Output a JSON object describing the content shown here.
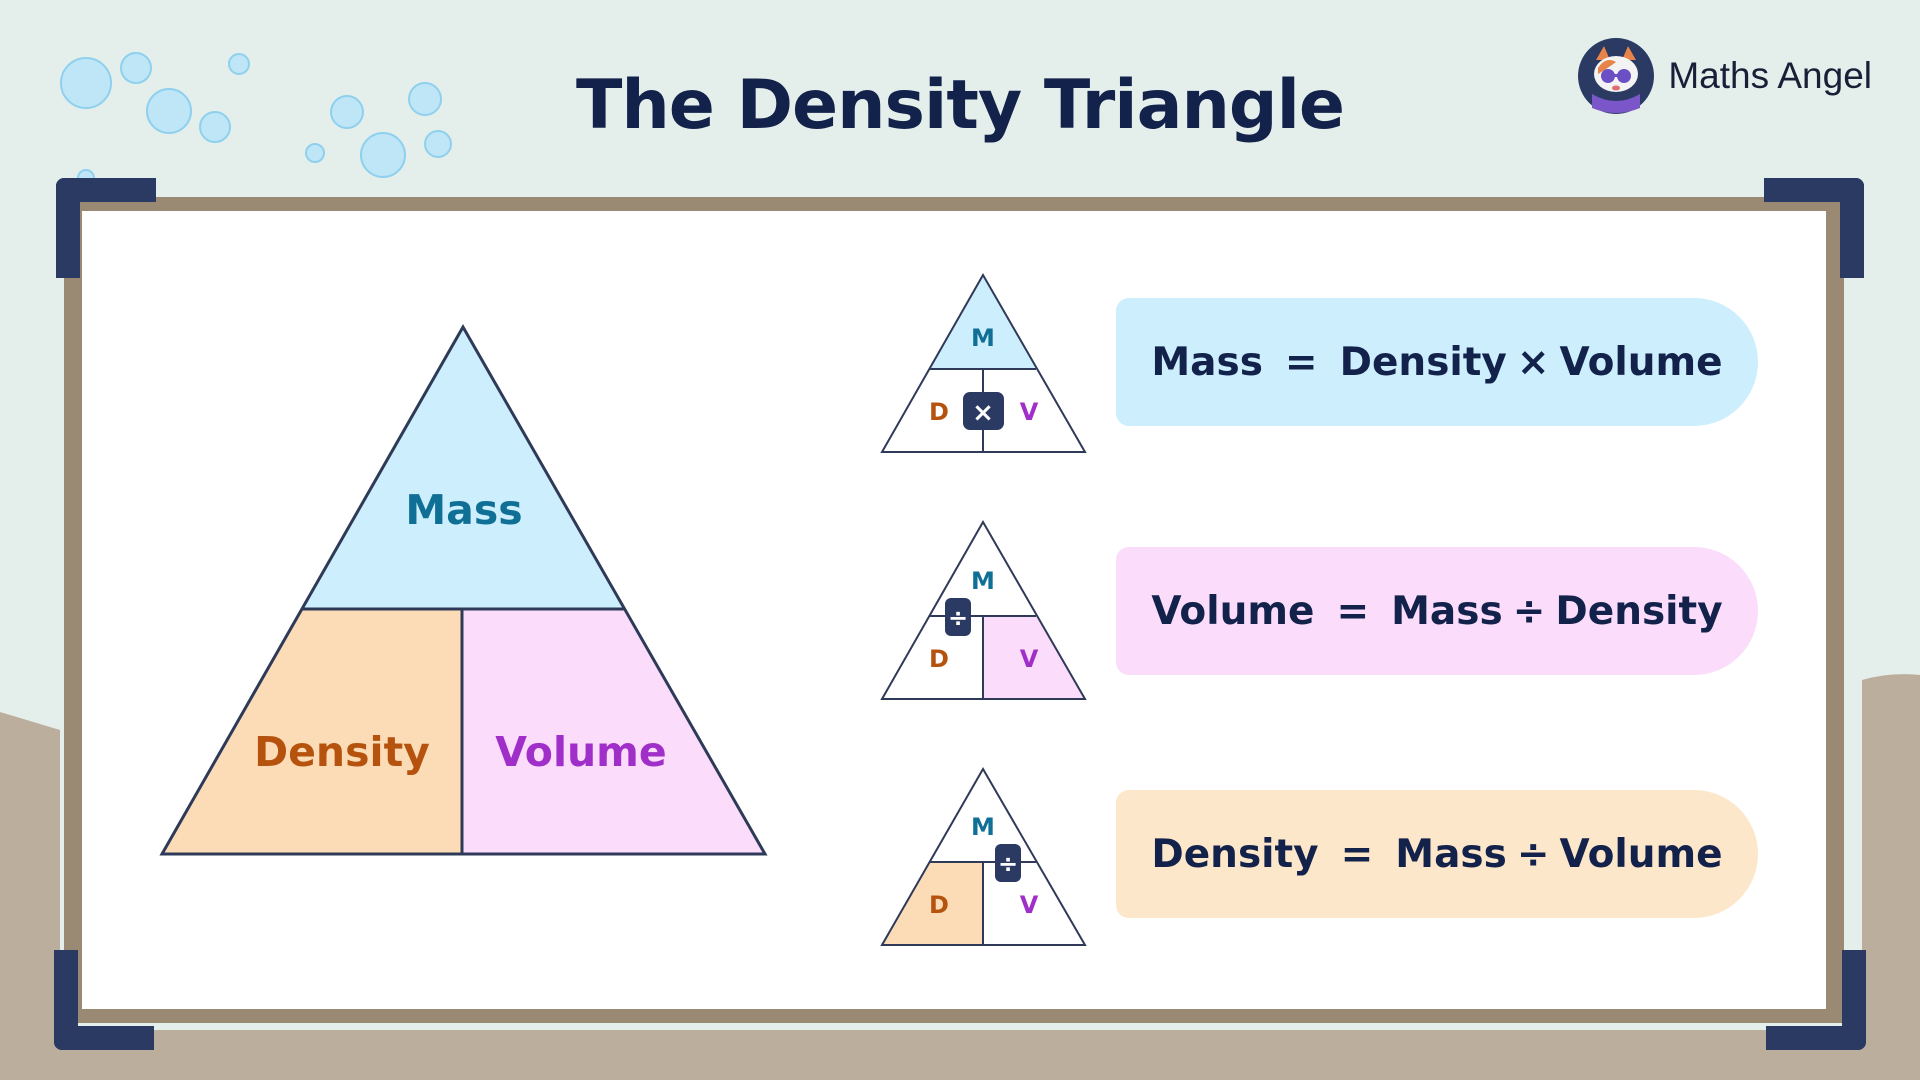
{
  "title": "The Density Triangle",
  "brand": {
    "name": "Maths Angel",
    "logo_icon": "cat-avatar-icon"
  },
  "main_triangle": {
    "top_label": "Mass",
    "left_label": "Density",
    "right_label": "Volume"
  },
  "mini_triangles": [
    {
      "top": "M",
      "left": "D",
      "right": "V",
      "operator": "×",
      "highlight": "top"
    },
    {
      "top": "M",
      "left": "D",
      "right": "V",
      "operator": "÷",
      "highlight": "right"
    },
    {
      "top": "M",
      "left": "D",
      "right": "V",
      "operator": "÷",
      "highlight": "left"
    }
  ],
  "formulas": [
    {
      "lhs": "Mass",
      "eq": "=",
      "a": "Density",
      "op": "×",
      "b": "Volume"
    },
    {
      "lhs": "Volume",
      "eq": "=",
      "a": "Mass",
      "op": "÷",
      "b": "Density"
    },
    {
      "lhs": "Density",
      "eq": "=",
      "a": "Mass",
      "op": "÷",
      "b": "Volume"
    }
  ],
  "colors": {
    "mass_fill": "#cdeefd",
    "mass_text": "#0f6f95",
    "density_fill": "#fcdcb6",
    "density_text": "#b5530e",
    "volume_fill": "#fbdcfb",
    "volume_text": "#a02ec8",
    "navy": "#13224a",
    "frame": "#9a8a74",
    "corner": "#2b3a63"
  }
}
